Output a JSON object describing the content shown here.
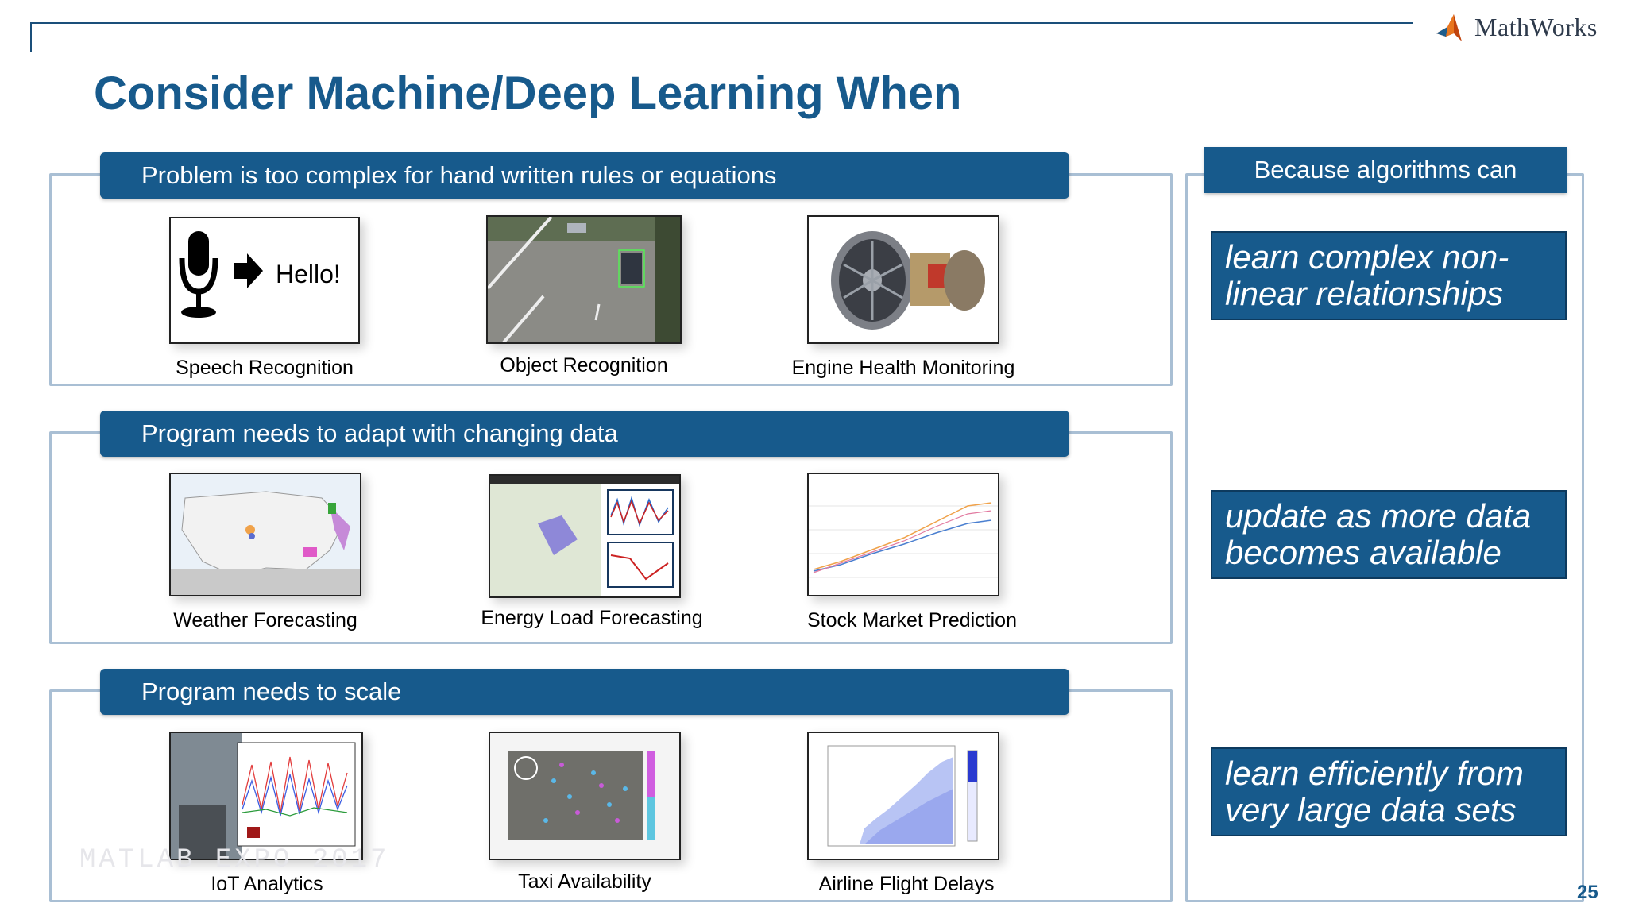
{
  "slide": {
    "title": "Consider Machine/Deep Learning When",
    "page_number": "25",
    "logo_text": "MathWorks",
    "watermark": "MATLAB EXPO 2017"
  },
  "sections": [
    {
      "banner": "Problem is too complex for hand written rules or equations",
      "items": [
        {
          "caption": "Speech Recognition",
          "thumb_text": "Hello!"
        },
        {
          "caption": "Object Recognition"
        },
        {
          "caption": "Engine Health Monitoring"
        }
      ]
    },
    {
      "banner": "Program needs to adapt with changing data",
      "items": [
        {
          "caption": "Weather Forecasting"
        },
        {
          "caption": "Energy Load Forecasting"
        },
        {
          "caption": "Stock Market Prediction"
        }
      ]
    },
    {
      "banner": "Program needs to scale",
      "items": [
        {
          "caption": "IoT Analytics"
        },
        {
          "caption": "Taxi Availability"
        },
        {
          "caption": "Airline Flight Delays"
        }
      ]
    }
  ],
  "side": {
    "banner": "Because algorithms can",
    "boxes": [
      "learn complex non-linear relationships",
      "update as more data becomes available",
      "learn efficiently from very large data sets"
    ]
  },
  "colors": {
    "accent": "#175a8c",
    "frame": "#a9bfd4"
  }
}
